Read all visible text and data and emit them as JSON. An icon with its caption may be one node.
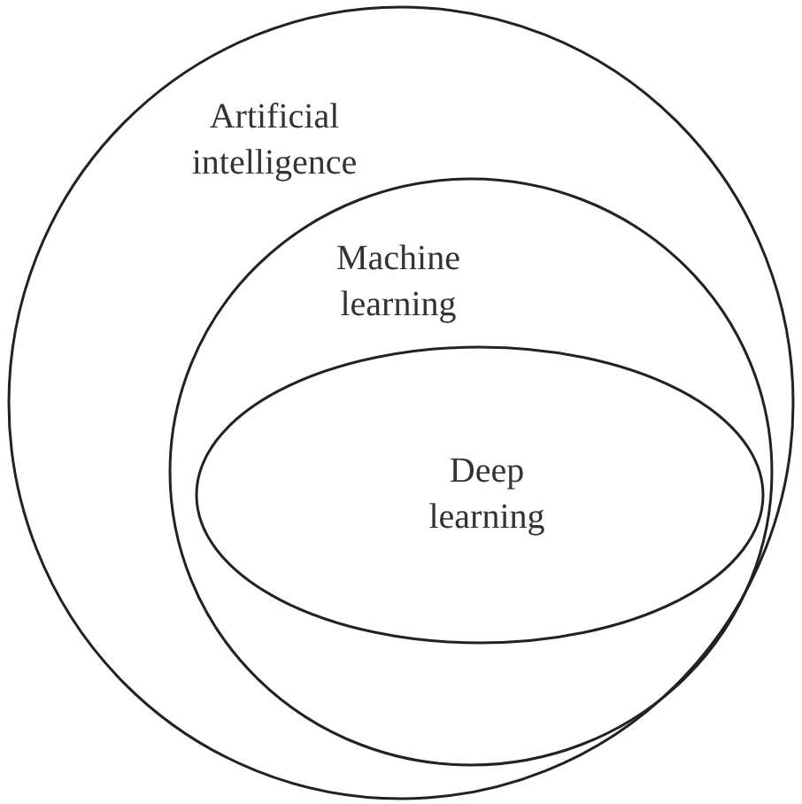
{
  "diagram": {
    "nodes": [
      {
        "text": [
          "Artificial intelligence"
        ]
      },
      {
        "text": [
          "Machine learning"
        ],
        "in": 0
      },
      {
        "text": [
          "Deep learning"
        ],
        "in": 1
      }
    ]
  }
}
